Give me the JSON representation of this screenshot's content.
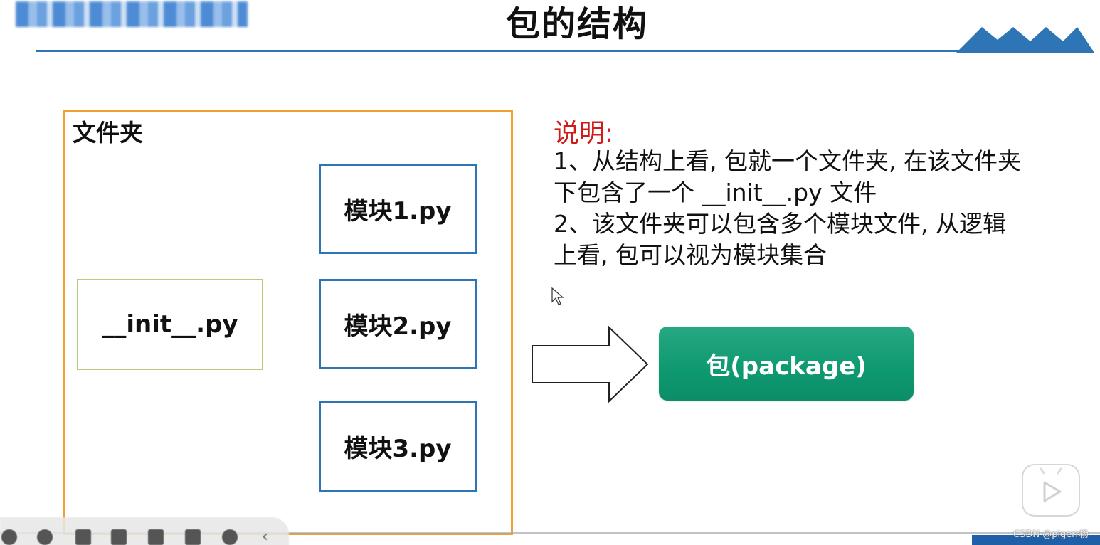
{
  "header": {
    "title": "包的结构"
  },
  "diagram": {
    "folder_label": "文件夹",
    "init_file": "__init__.py",
    "modules": [
      "模块1.py",
      "模块2.py",
      "模块3.py"
    ],
    "result_label": "包(package)"
  },
  "explanation": {
    "heading": "说明:",
    "lines": [
      "1、从结构上看, 包就一个文件夹, 在该文件夹",
      "下包含了一个 __init__.py 文件",
      "2、该文件夹可以包含多个模块文件, 从逻辑",
      "上看, 包可以视为模块集合"
    ]
  },
  "overlay": {
    "watermark": "CSDN @pigerr杨"
  },
  "colors": {
    "title_rule": "#2e75b6",
    "folder_border": "#f0a030",
    "module_border": "#2e75b6",
    "init_border": "#b6cc7a",
    "heading": "#d11a1a",
    "package_button": "#10a075"
  }
}
